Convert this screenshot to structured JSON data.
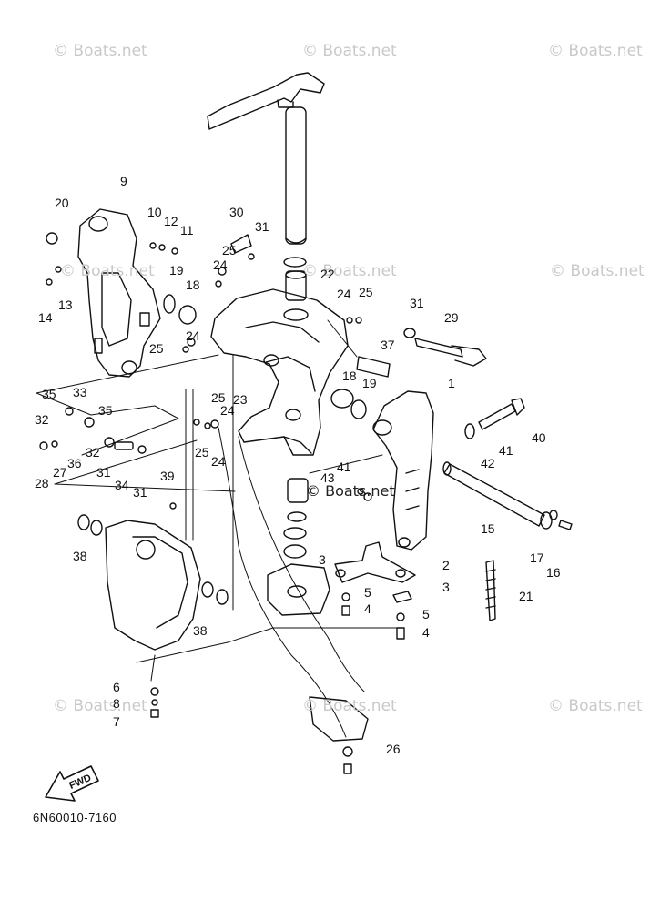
{
  "watermarks": [
    "© Boats.net",
    "© Boats.net",
    "© Boats.net",
    "© Boats.net",
    "© Boats.net",
    "© Boats.net",
    "© Boats.net",
    "© Boats.net",
    "© Boats.net"
  ],
  "callouts": [
    "20",
    "9",
    "10",
    "12",
    "11",
    "30",
    "31",
    "25",
    "24",
    "19",
    "18",
    "13",
    "14",
    "22",
    "24",
    "25",
    "31",
    "29",
    "24",
    "25",
    "37",
    "18",
    "19",
    "1",
    "35",
    "33",
    "35",
    "32",
    "23",
    "24",
    "25",
    "32",
    "36",
    "27",
    "28",
    "31",
    "34",
    "31",
    "24",
    "25",
    "39",
    "40",
    "41",
    "42",
    "43",
    "41",
    "15",
    "17",
    "16",
    "3",
    "2",
    "5",
    "4",
    "3",
    "5",
    "4",
    "21",
    "38",
    "38",
    "6",
    "8",
    "7",
    "26"
  ],
  "stamp_text": "© Boats.net",
  "fwd_label": "FWD",
  "diagram_code": "6N60010-7160"
}
